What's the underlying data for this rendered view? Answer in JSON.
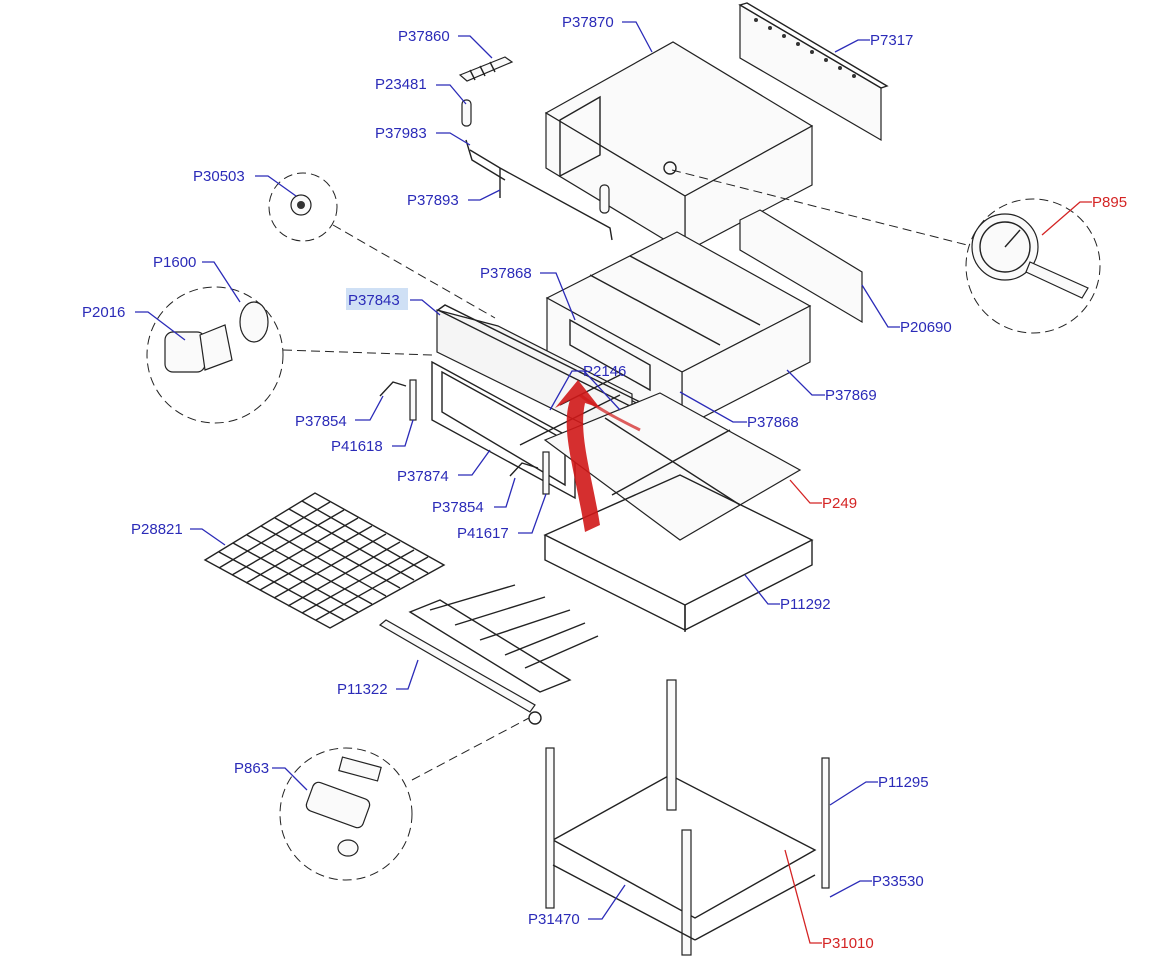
{
  "diagram": {
    "labels": {
      "p37860": "P37860",
      "p37870": "P37870",
      "p7317": "P7317",
      "p23481": "P23481",
      "p37983": "P37983",
      "p30503": "P30503",
      "p37893": "P37893",
      "p895": "P895",
      "p1600": "P1600",
      "p37868a": "P37868",
      "p2016": "P2016",
      "p37843": "P37843",
      "p20690": "P20690",
      "p2146": "P2146",
      "p37869": "P37869",
      "p37854a": "P37854",
      "p37868b": "P37868",
      "p41618": "P41618",
      "p37874": "P37874",
      "p249": "P249",
      "p37854b": "P37854",
      "p41617": "P41617",
      "p28821": "P28821",
      "p11292": "P11292",
      "p11322": "P11322",
      "p863": "P863",
      "p11295": "P11295",
      "p33530": "P33530",
      "p31470": "P31470",
      "p31010": "P31010"
    },
    "colors": {
      "label_blue": "#2b2bb8",
      "label_red": "#d42424",
      "highlight": "#cfe0f5",
      "arrow_red": "#d01818"
    }
  }
}
